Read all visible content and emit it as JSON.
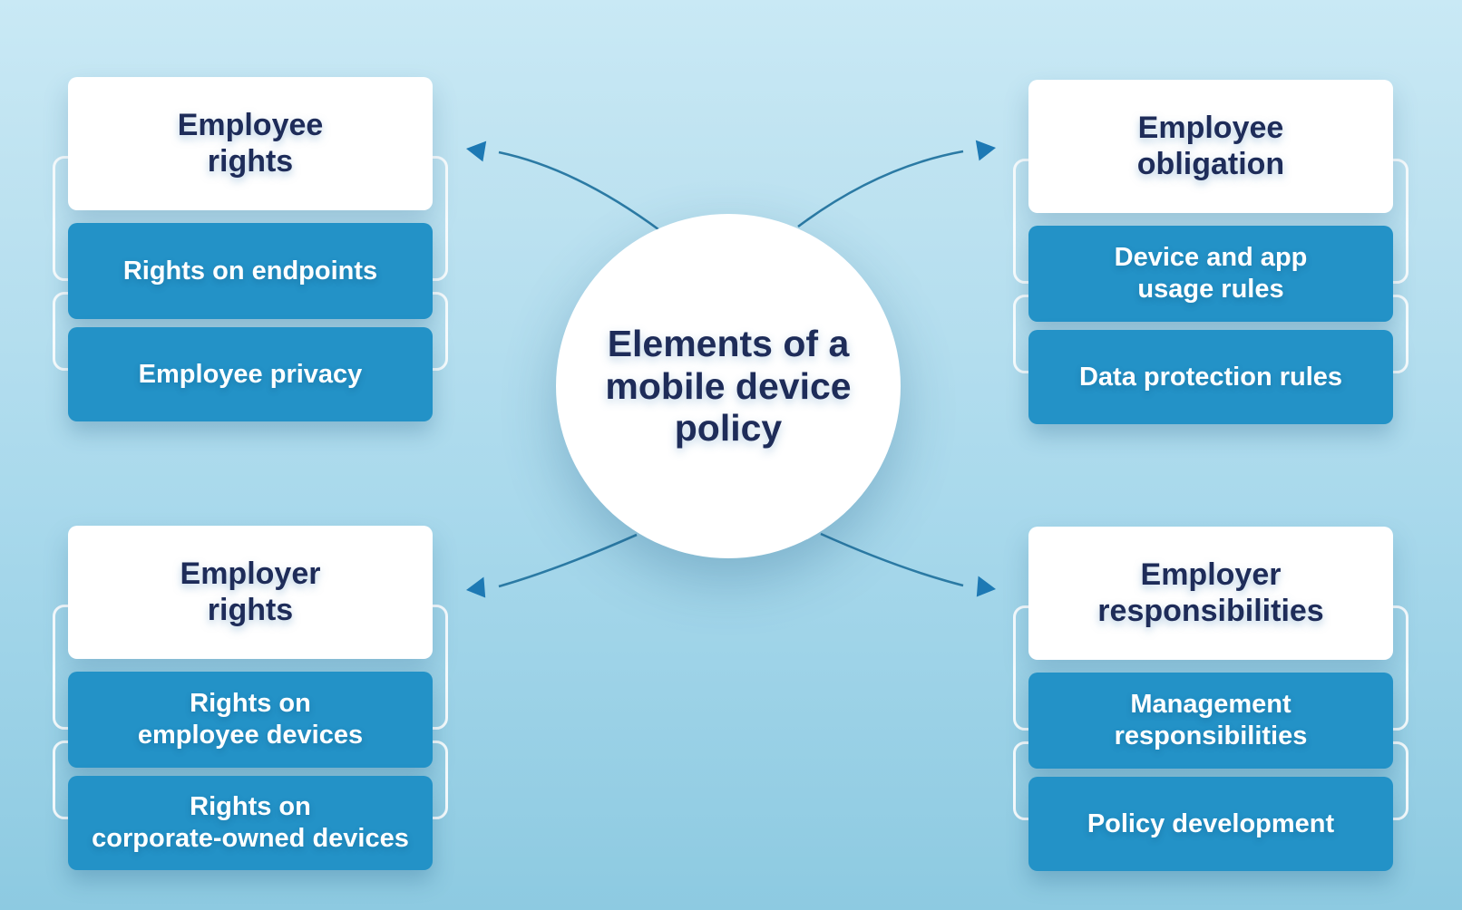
{
  "center": {
    "title": "Elements of a\nmobile device\npolicy"
  },
  "groups": [
    {
      "title": "Employee\nrights",
      "items": [
        "Rights on endpoints",
        "Employee privacy"
      ]
    },
    {
      "title": "Employee\nobligation",
      "items": [
        "Device and app\nusage rules",
        "Data protection rules"
      ]
    },
    {
      "title": "Employer\nrights",
      "items": [
        "Rights on\nemployee devices",
        "Rights on\ncorporate-owned devices"
      ]
    },
    {
      "title": "Employer\nresponsibilities",
      "items": [
        "Management\nresponsibilities",
        "Policy development"
      ]
    }
  ],
  "colors": {
    "background_top": "#c9e9f5",
    "background_bottom": "#8dcae1",
    "card_blue": "#2392c7",
    "card_white": "#ffffff",
    "title_navy": "#1e2c59",
    "item_text": "#ffffff",
    "arrow_line": "#2b7aa4",
    "arrow_head": "#1d79b4",
    "ghost_outline": "#ffffff"
  }
}
